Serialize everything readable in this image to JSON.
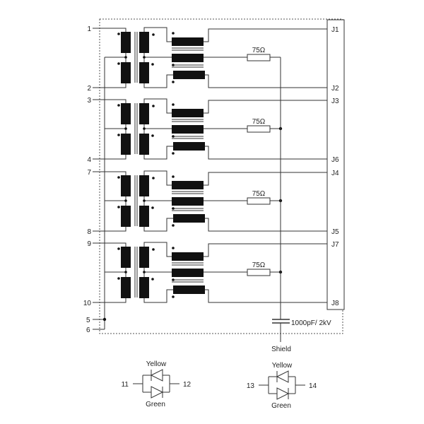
{
  "blocks": [
    {
      "pin_top": "1",
      "pin_bottom": "2",
      "j_top": "J1",
      "j_bottom": "J2",
      "resistor": "75Ω"
    },
    {
      "pin_top": "3",
      "pin_bottom": "4",
      "j_top": "J3",
      "j_bottom": "J6",
      "resistor": "75Ω"
    },
    {
      "pin_top": "7",
      "pin_bottom": "8",
      "j_top": "J4",
      "j_bottom": "J5",
      "resistor": "75Ω"
    },
    {
      "pin_top": "9",
      "pin_bottom": "10",
      "j_top": "J7",
      "j_bottom": "J8",
      "resistor": "75Ω"
    }
  ],
  "ground_pins": [
    "5",
    "6"
  ],
  "capacitor": "1000pF/ 2kV",
  "shield": "Shield",
  "leds": [
    {
      "top_color": "Yellow",
      "bottom_color": "Green",
      "pin_left": "11",
      "pin_right": "12"
    },
    {
      "top_color": "Yellow",
      "bottom_color": "Green",
      "pin_left": "13",
      "pin_right": "14"
    }
  ]
}
